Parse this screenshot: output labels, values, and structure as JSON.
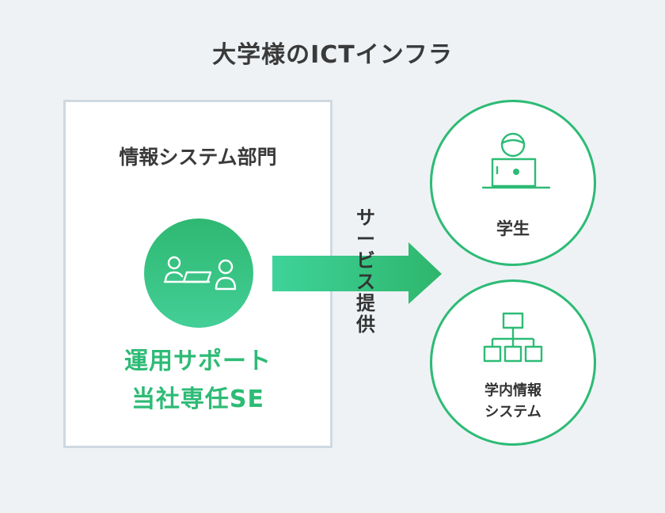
{
  "title": "大学様のICTインフラ",
  "department": {
    "title": "情報システム部門",
    "support_line1": "運用サポート",
    "support_line2": "当社専任SE"
  },
  "arrow": {
    "label_chars": [
      "サ",
      "ー",
      "ビ",
      "ス",
      "提",
      "供"
    ]
  },
  "users": [
    {
      "label": "学生",
      "icon": "student-laptop-icon"
    },
    {
      "label_line1": "学内情報",
      "label_line2": "システム",
      "icon": "org-chart-icon"
    }
  ],
  "colors": {
    "background": "#eef2f5",
    "accent_green": "#2dbb75",
    "box_border": "#cfd9e2",
    "text_dark": "#333333"
  }
}
